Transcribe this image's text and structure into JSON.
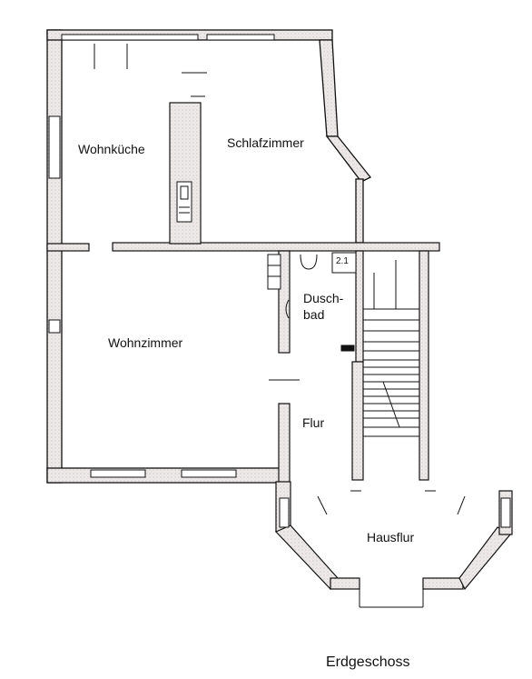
{
  "plan": {
    "floor_label": "Erdgeschoss",
    "rooms": {
      "wohnkueche": "Wohnküche",
      "schlafzimmer": "Schlafzimmer",
      "wohnzimmer": "Wohnzimmer",
      "duschbad_line1": "Dusch-",
      "duschbad_line2": "bad",
      "flur": "Flur",
      "hausflur": "Hausflur"
    },
    "marks": {
      "chimney_mark": "2.1"
    },
    "colors": {
      "wall_fill": "#efeaea",
      "line": "#111111"
    }
  }
}
